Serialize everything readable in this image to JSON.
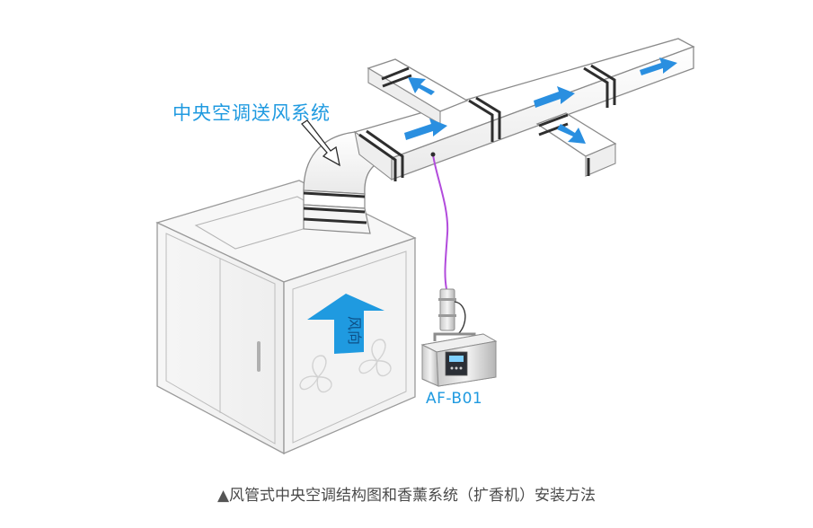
{
  "diagram": {
    "system_label": "中央空调送风系统",
    "airflow_label": "风向",
    "device_model": "AF-B01",
    "caption_marker": "▲",
    "caption": "风管式中央空调结构图和香薰系统（扩香机）安装方法"
  },
  "colors": {
    "accent_blue": "#1f9ae0",
    "arrow_blue": "#2a8fe0",
    "line_gray": "#8a8a8a",
    "band_dark": "#2e2e2e",
    "hose_purple": "#b24bdc"
  },
  "icons": [
    "flow-arrow-icon",
    "fan-icon",
    "upward-arrow-icon"
  ]
}
